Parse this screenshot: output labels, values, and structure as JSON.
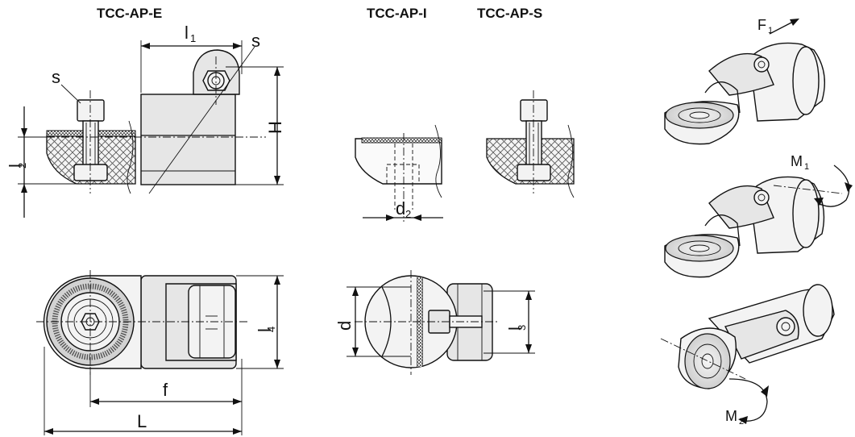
{
  "titles": {
    "variant_e": "TCC-AP-E",
    "variant_i": "TCC-AP-I",
    "variant_s": "TCC-AP-S"
  },
  "dimensions": {
    "l1": "l",
    "l1_sub": "1",
    "s_top": "s",
    "s_left": "s",
    "H": "H",
    "l2": "l",
    "l2_sub": "2",
    "d2": "d",
    "d2_sub": "2",
    "l4": "l",
    "l4_sub": "4",
    "f": "f",
    "L": "L",
    "d": "d",
    "l3": "l",
    "l3_sub": "3"
  },
  "loads": {
    "F1": "F",
    "F1_sub": "1",
    "M1": "M",
    "M1_sub": "1",
    "M2": "M",
    "M2_sub": "2"
  }
}
